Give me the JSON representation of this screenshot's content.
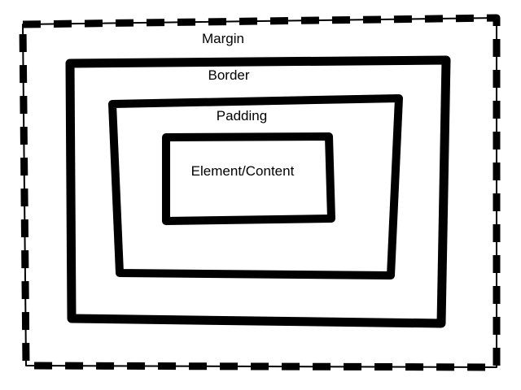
{
  "diagram": {
    "layers": {
      "margin": {
        "label": "Margin",
        "stroke": "#000000",
        "style": "dashed"
      },
      "border": {
        "label": "Border",
        "stroke": "#000000",
        "style": "solid"
      },
      "padding": {
        "label": "Padding",
        "stroke": "#000000",
        "style": "solid"
      },
      "content": {
        "label": "Element/Content",
        "stroke": "#000000",
        "style": "solid"
      }
    },
    "background": "#ffffff"
  }
}
